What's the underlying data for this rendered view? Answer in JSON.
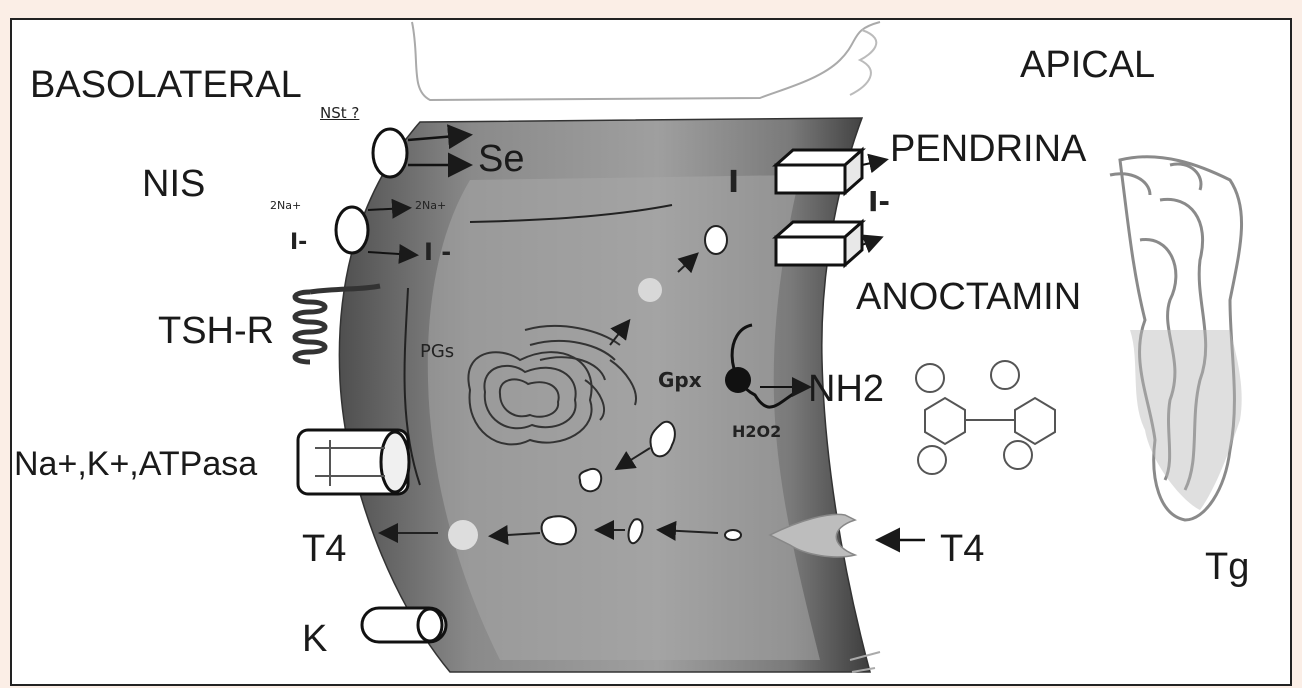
{
  "labels": {
    "basolateral": "BASOLATERAL",
    "apical": "APICAL",
    "nst": "NSt ?",
    "se": "Se",
    "nis": "NIS",
    "two_na_in": "2Na+",
    "two_na_out": "2Na+",
    "iodide_in": "I-",
    "iodide_cell": "I -",
    "tshr": "TSH-R",
    "pgs": "PGs",
    "napump": "Na+,K+,ATPasa",
    "t4_left": "T4",
    "k": "K",
    "pendrina": "PENDRINA",
    "iodide_membrane": "I",
    "iodide_out": "I-",
    "anoctamin": "ANOCTAMIN",
    "gpx": "Gpx",
    "h2o2": "H2O2",
    "nh2": "NH2",
    "t4_right": "T4",
    "tg": "Tg"
  },
  "colors": {
    "cell_dark": "#5d5d5d",
    "cell_mid": "#9a9a9a",
    "cell_light": "#d6d6d6",
    "line": "#1a1a1a",
    "frame_bg": "#fbeee6"
  }
}
